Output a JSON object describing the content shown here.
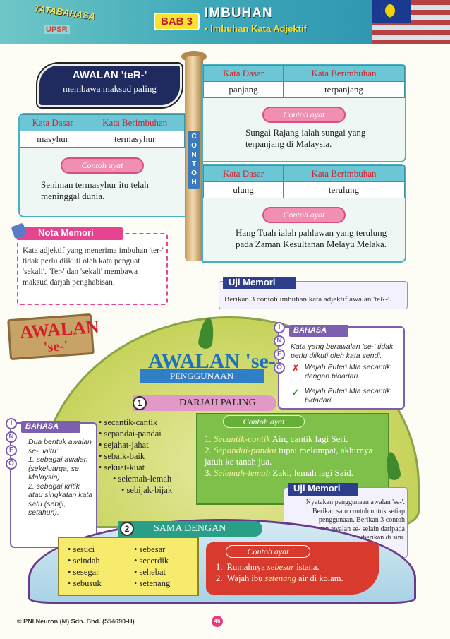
{
  "header": {
    "logo_text": "TATABAHASA",
    "logo_sub": "UPSR",
    "chapter": "BAB 3",
    "title": "IMBUHAN",
    "subtitle": "• Imbuhan Kata Adjektif"
  },
  "pole_word": [
    "C",
    "O",
    "N",
    "T",
    "O",
    "H"
  ],
  "ter": {
    "title": "AWALAN 'teR-'",
    "desc": "membawa maksud paling"
  },
  "table_headers": {
    "dasar": "Kata Dasar",
    "berimbuhan": "Kata Berimbuhan"
  },
  "contoh_label": "Contoh ayat",
  "ter_examples": [
    {
      "dasar": "masyhur",
      "berimbuhan": "termasyhur",
      "sentence_pre": "Seniman ",
      "sentence_word": "termasyhur",
      "sentence_post": " itu telah meninggal dunia."
    },
    {
      "dasar": "panjang",
      "berimbuhan": "terpanjang",
      "sentence_pre": "Sungai Rajang ialah sungai yang ",
      "sentence_word": "terpanjang",
      "sentence_post": " di Malaysia."
    },
    {
      "dasar": "ulung",
      "berimbuhan": "terulung",
      "sentence_pre": "Hang Tuah ialah pahlawan yang ",
      "sentence_word": "terulung",
      "sentence_post": " pada Zaman Kesultanan Melayu Melaka."
    }
  ],
  "nota": {
    "heading": "Nota Memori",
    "text": "Kata adjektif yang menerima imbuhan 'ter-' tidak perlu diikuti oleh kata penguat 'sekali'. 'Ter-' dan 'sekali' membawa maksud darjah penghabisan."
  },
  "uji1": {
    "heading": "Uji Memori",
    "text": "Berikan 3 contoh imbuhan kata adjektif awalan 'teR-'."
  },
  "se": {
    "sign_l1": "AWALAN",
    "sign_l2": "'se-'",
    "main_title": "AWALAN 'se-'",
    "penggunaan": "PENGGUNAAN"
  },
  "info_letters": [
    "I",
    "N",
    "F",
    "O"
  ],
  "info1": {
    "heading": "BAHASA",
    "text": "Kata yang berawalan 'se-' tidak perlu diikuti oleh kata sendi.",
    "wrong_mark": "✗",
    "wrong": "Wajah Puteri Mia secantik dengan bidadari.",
    "right_mark": "✓",
    "right": "Wajah Puteri Mia secantik bidadari."
  },
  "darjah": {
    "num": "1",
    "label": "DARJAH PALING"
  },
  "list1": [
    "• secantik-cantik",
    "• sepandai-pandai",
    "• sejahat-jahat",
    "• sebaik-baik",
    "• sekuat-kuat",
    "• selemah-lemah",
    "• sebijak-bijak"
  ],
  "green1": {
    "line1_word": "Secantik-cantik",
    "line1_rest": " Ain, cantik lagi Seri.",
    "line2_word": "Sepandai-pandai",
    "line2_rest": " tupai melompat, akhirnya jatuh ke tanah jua.",
    "line3_word": "Selemah-lemah",
    "line3_rest": " Zaki, lemah lagi Said."
  },
  "info2": {
    "heading": "BAHASA",
    "text": "Dua bentuk awalan se-, iaitu:",
    "item1": "1. sebagai awalan (sekeluarga, se Malaysia)",
    "item2": "2. sebagai kritik atau singkatan kata satu (sebiji, setahun)."
  },
  "uji2": {
    "heading": "Uji Memori",
    "text": "Nyatakan penggunaan awalan 'se-'. Berikan satu contoh untuk setiap penggunaan. Berikan 3 contoh penggunaan awalan se- selain daripada contoh yang telah diberikan di sini."
  },
  "sama": {
    "num": "2",
    "label": "SAMA DENGAN"
  },
  "list2a": [
    "• sesuci",
    "• seindah",
    "• sesegar",
    "• sebusuk"
  ],
  "list2b": [
    "• sebesar",
    "• secerdik",
    "• sehebat",
    "• setenang"
  ],
  "red2": {
    "line1_pre": "Rumahnya ",
    "line1_word": "sebesar",
    "line1_post": " istana.",
    "line2_pre": "Wajah ibu ",
    "line2_word": "setenang",
    "line2_post": " air di kolam."
  },
  "footer": {
    "copyright": "© PNI Neuron (M) Sdn. Bhd. (554690-H)",
    "page": "46"
  },
  "colors": {
    "accent": "#49b1c2",
    "pink": "#e7448f",
    "navy": "#2e3e8c",
    "purple": "#7d5fb0"
  }
}
